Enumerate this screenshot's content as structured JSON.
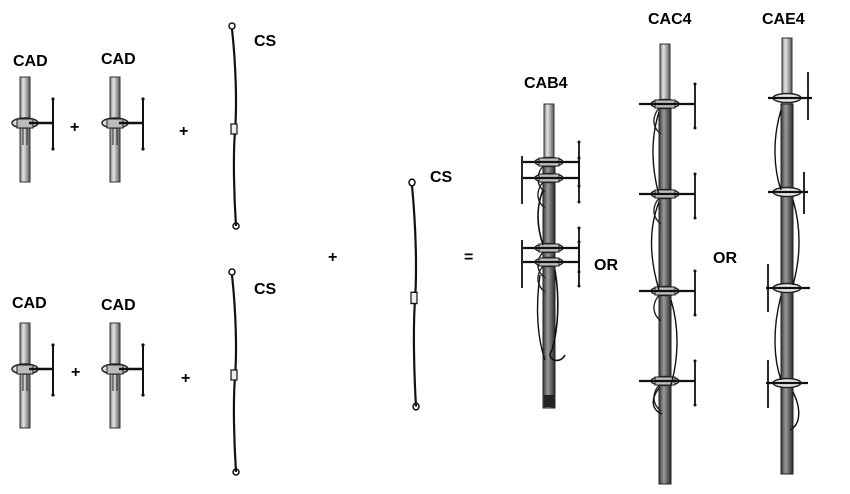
{
  "labels": {
    "cad": "CAD",
    "cs": "CS",
    "cab4": "CAB4",
    "cac4": "CAC4",
    "cae4": "CAE4",
    "or": "OR"
  },
  "operators": {
    "plus": "+",
    "equals": "="
  },
  "colors": {
    "pipe_fill": "#b8b8b8",
    "pipe_stroke": "#333333",
    "cable": "#222222",
    "element": "#111111"
  }
}
